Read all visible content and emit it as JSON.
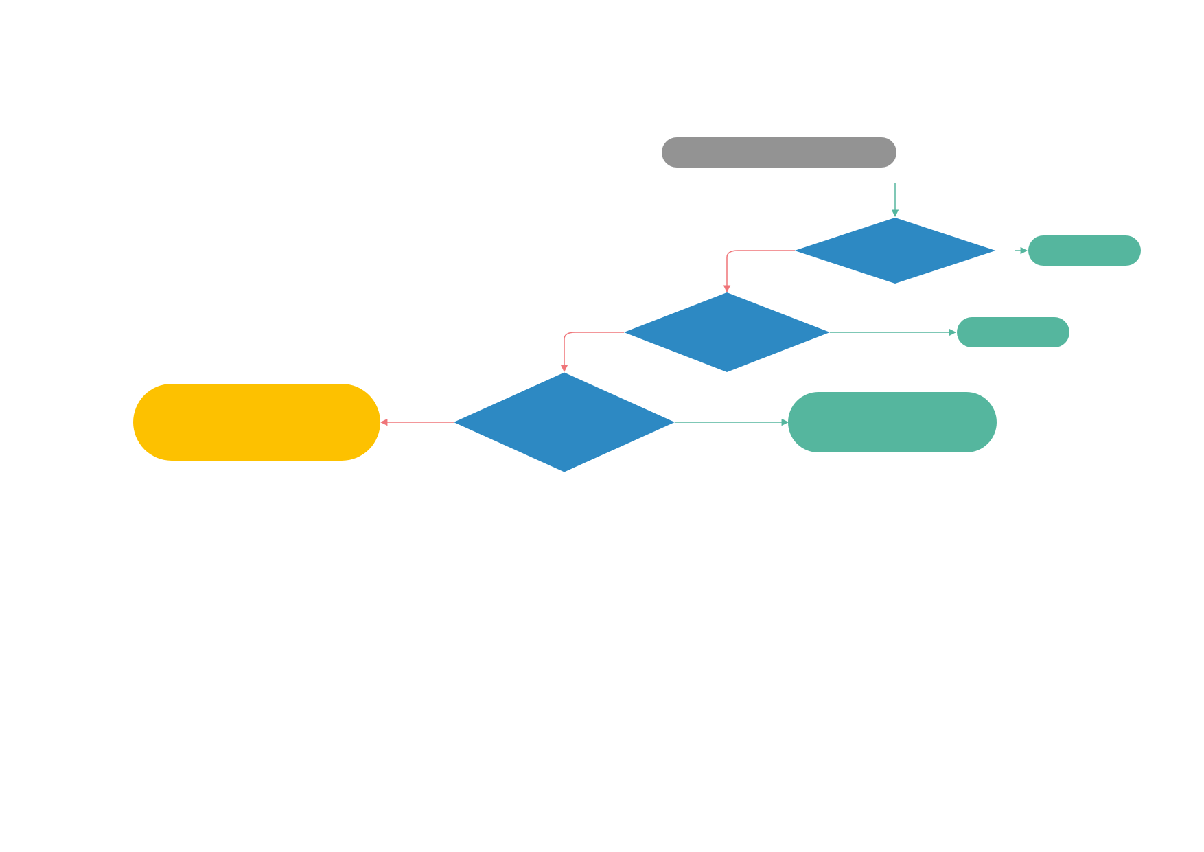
{
  "colors": {
    "start": "#939393",
    "decision": "#2d89c3",
    "outcome_yes": "#55b69e",
    "outcome_final": "#fdc100",
    "edge_yes": "#55b69e",
    "edge_no": "#ef7579"
  },
  "nodes": [
    {
      "id": "start",
      "kind": "terminator",
      "color_key": "start",
      "text": ""
    },
    {
      "id": "decision-1",
      "kind": "decision",
      "color_key": "decision",
      "text": ""
    },
    {
      "id": "outcome-1",
      "kind": "terminator",
      "color_key": "outcome_yes",
      "text": ""
    },
    {
      "id": "decision-2",
      "kind": "decision",
      "color_key": "decision",
      "text": ""
    },
    {
      "id": "outcome-2",
      "kind": "terminator",
      "color_key": "outcome_yes",
      "text": ""
    },
    {
      "id": "decision-3",
      "kind": "decision",
      "color_key": "decision",
      "text": ""
    },
    {
      "id": "outcome-3",
      "kind": "terminator",
      "color_key": "outcome_yes",
      "text": ""
    },
    {
      "id": "outcome-final",
      "kind": "terminator",
      "color_key": "outcome_final",
      "text": ""
    }
  ],
  "edges": [
    {
      "from": "start",
      "to": "decision-1",
      "kind": "yes"
    },
    {
      "from": "decision-1",
      "to": "outcome-1",
      "kind": "yes"
    },
    {
      "from": "decision-1",
      "to": "decision-2",
      "kind": "no"
    },
    {
      "from": "decision-2",
      "to": "outcome-2",
      "kind": "yes"
    },
    {
      "from": "decision-2",
      "to": "decision-3",
      "kind": "no"
    },
    {
      "from": "decision-3",
      "to": "outcome-3",
      "kind": "yes"
    },
    {
      "from": "decision-3",
      "to": "outcome-final",
      "kind": "no"
    }
  ]
}
